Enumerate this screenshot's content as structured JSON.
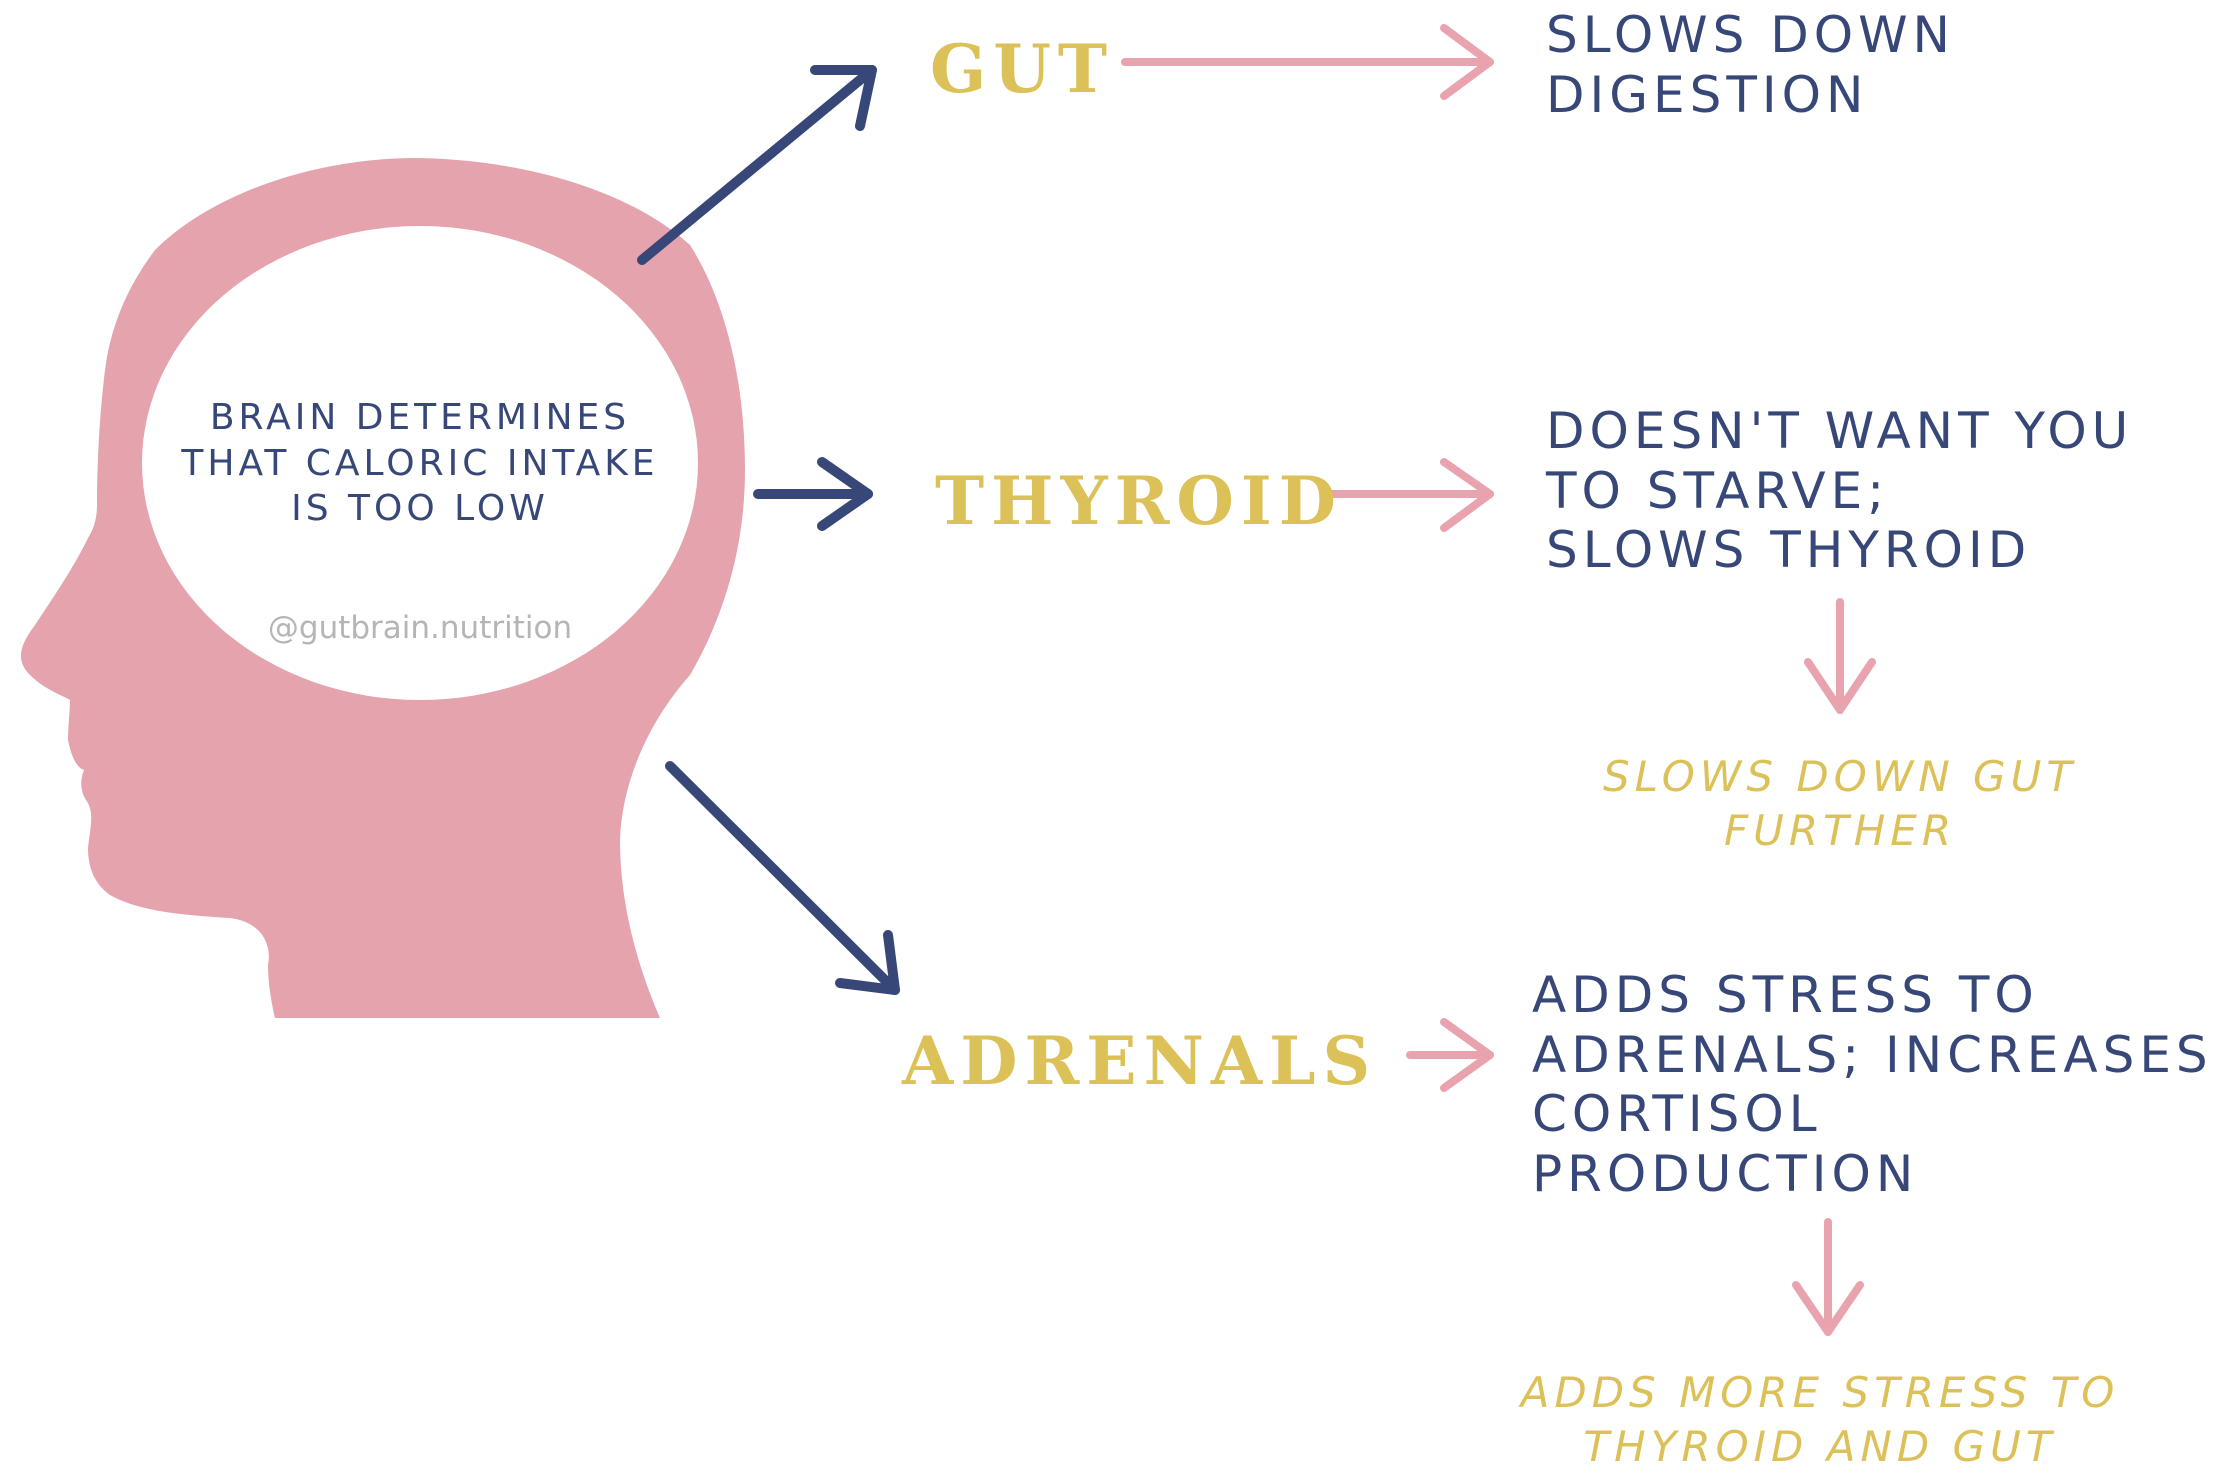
{
  "colors": {
    "head_pink": "#e5a4ad",
    "arrow_pink": "#e8a3ae",
    "navy": "#364778",
    "gold": "#dcc159",
    "handle_gray": "#b5b5b5",
    "background": "#ffffff"
  },
  "brain": {
    "text": "BRAIN DETERMINES\nTHAT CALORIC INTAKE\nIS TOO LOW",
    "watermark": "@gutbrain.nutrition"
  },
  "branches": {
    "gut": {
      "organ": "GUT",
      "effect": "SLOWS DOWN\nDIGESTION"
    },
    "thyroid": {
      "organ": "THYROID",
      "effect": "DOESN'T WANT YOU\nTO STARVE;\nSLOWS THYROID",
      "consequence": "SLOWS DOWN GUT\nFURTHER"
    },
    "adrenals": {
      "organ": "ADRENALS",
      "effect": "ADDS STRESS TO\nADRENALS; INCREASES\nCORTISOL PRODUCTION",
      "consequence": "ADDS MORE STRESS TO\nTHYROID AND GUT"
    }
  }
}
